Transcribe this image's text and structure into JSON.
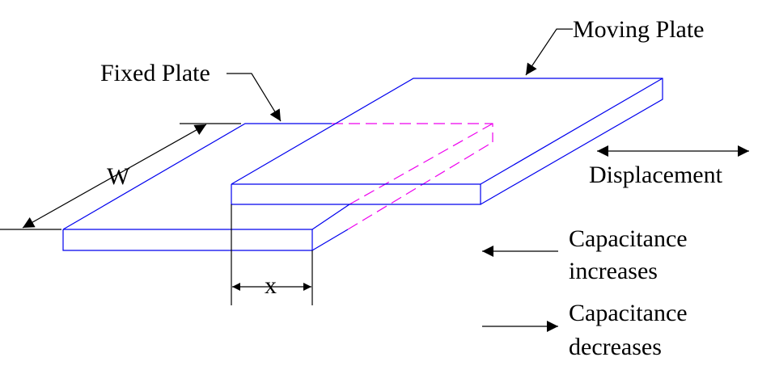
{
  "labels": {
    "moving_plate": "Moving Plate",
    "fixed_plate": "Fixed Plate",
    "width": "W",
    "overlap": "x",
    "displacement": "Displacement",
    "increase_line1": "Capacitance",
    "increase_line2": "increases",
    "decrease_line1": "Capacitance",
    "decrease_line2": "decreases"
  },
  "colors": {
    "plate_edge": "#0000ee",
    "hidden_edge": "#ee00ee",
    "annotation": "#000000",
    "background": "#ffffff"
  }
}
